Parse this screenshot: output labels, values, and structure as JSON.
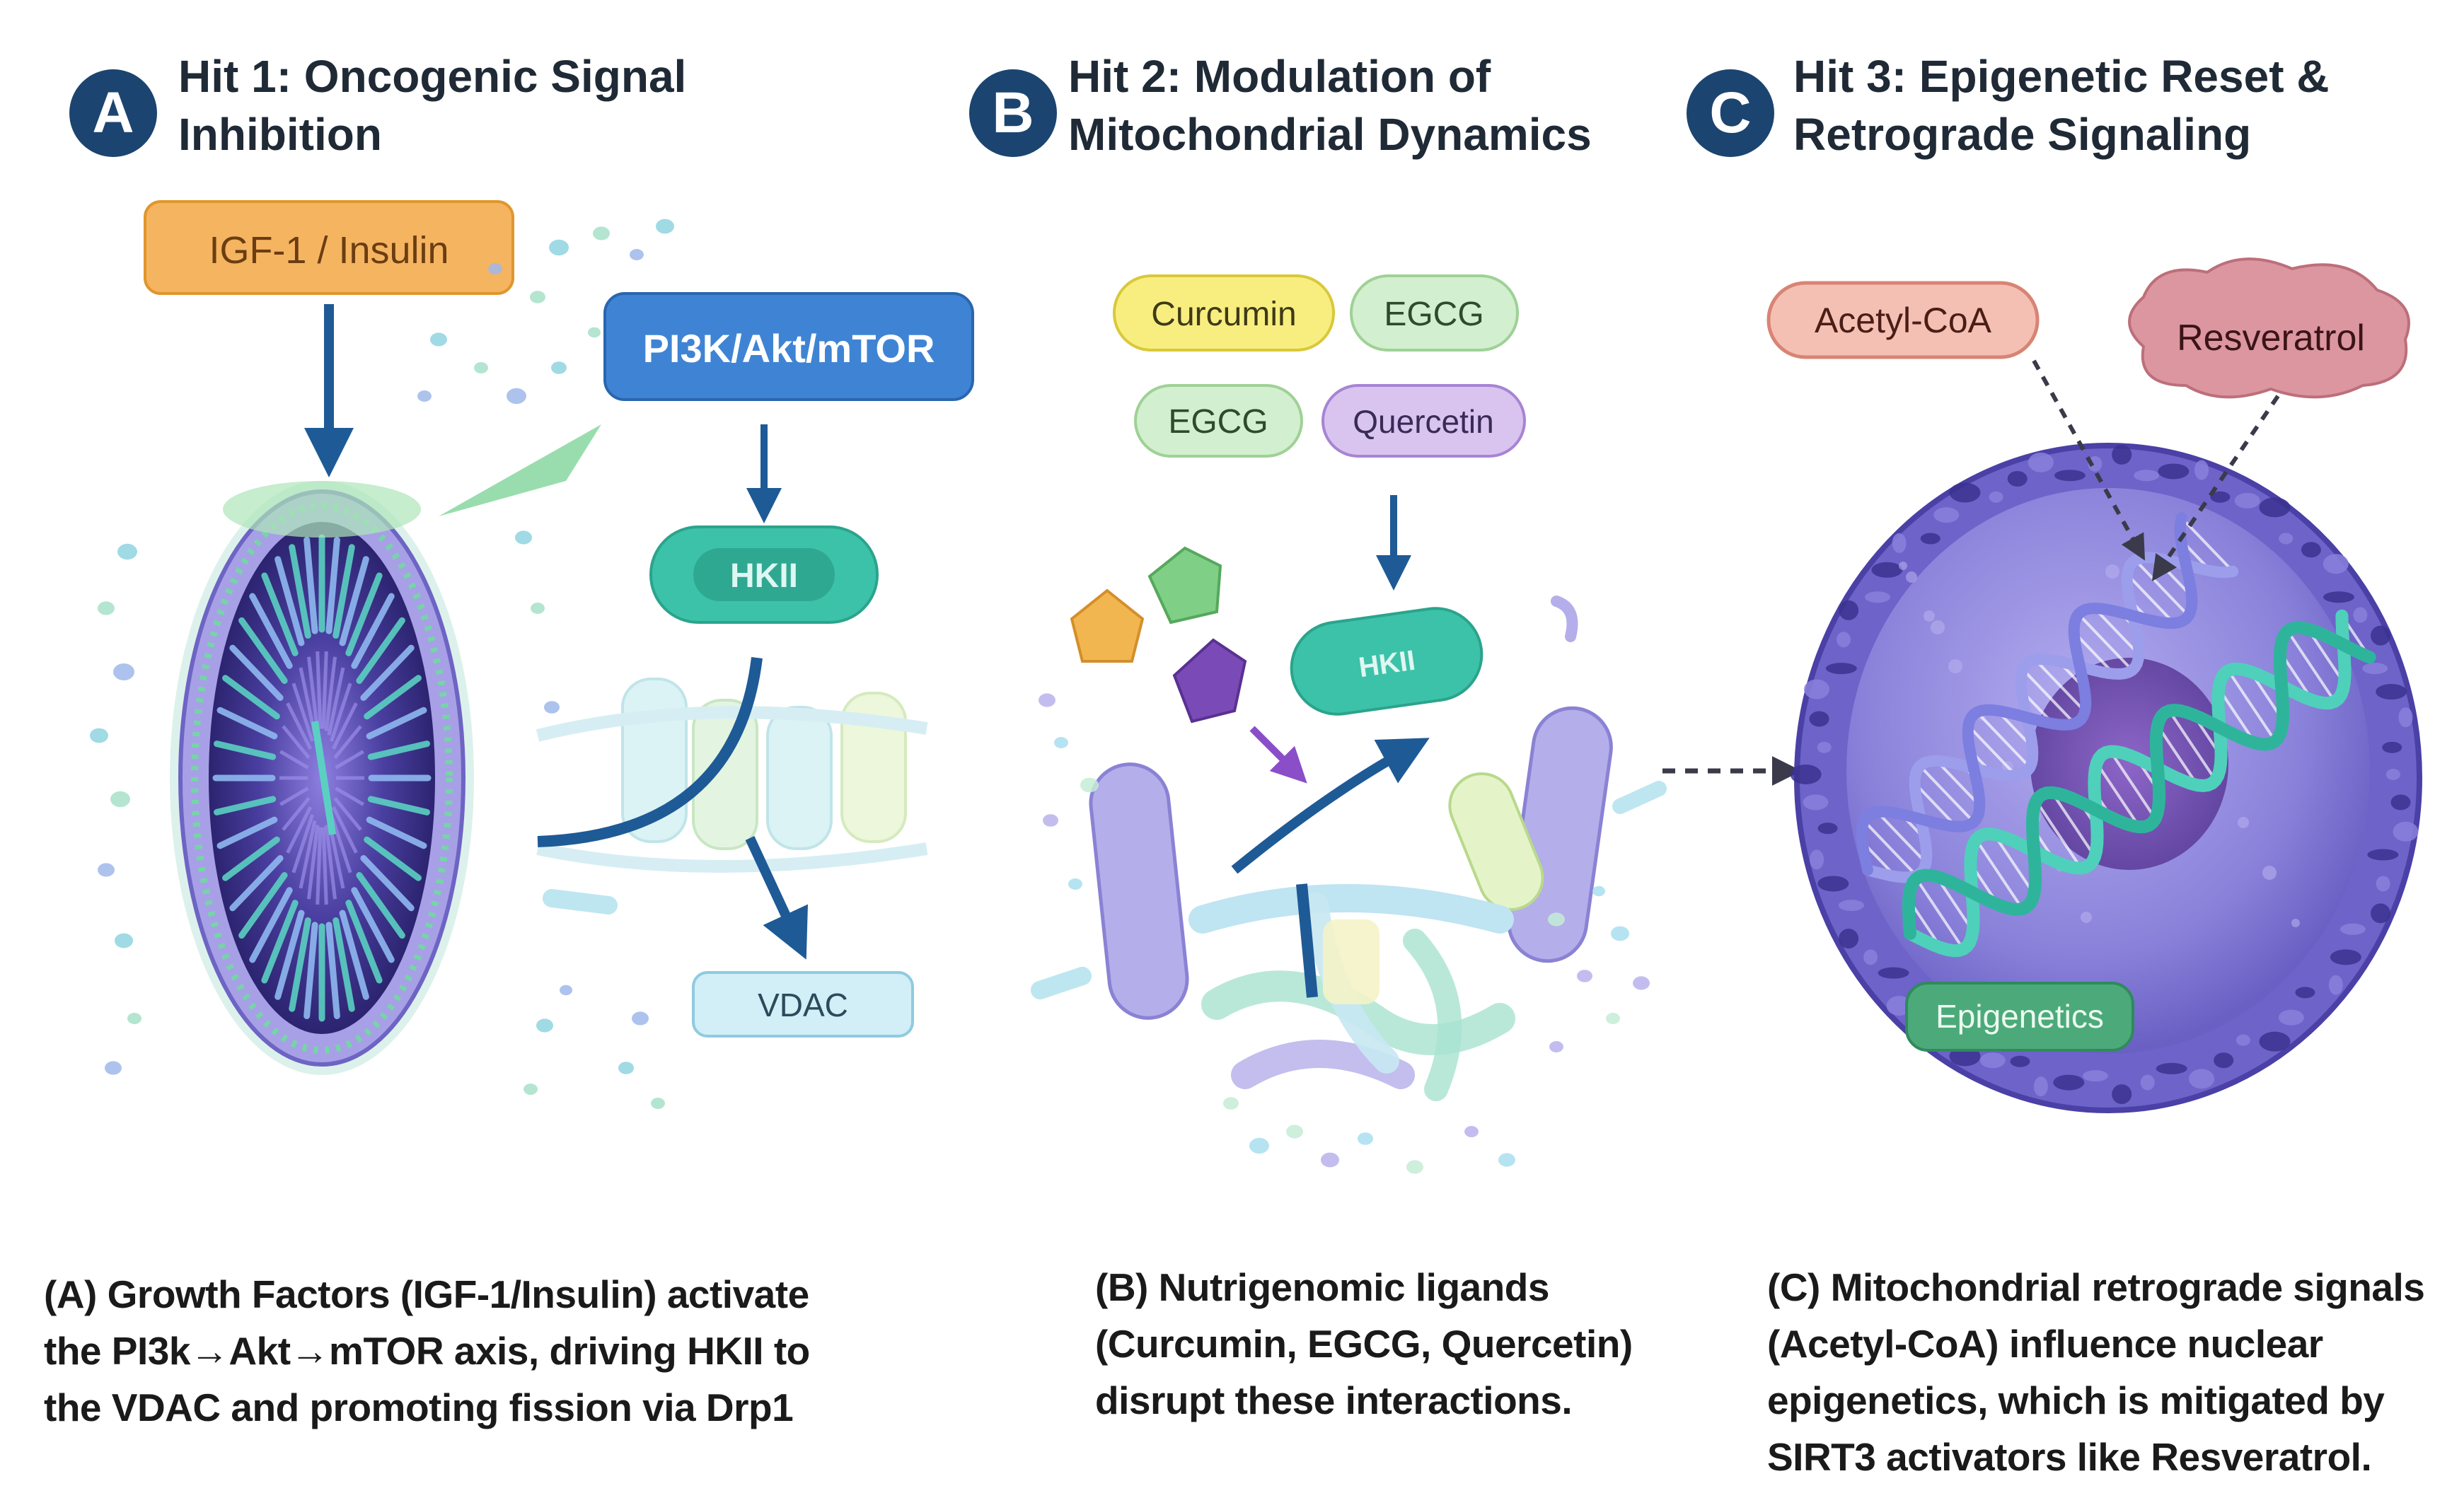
{
  "panels": {
    "a": {
      "badge": "A",
      "title_line1": "Hit 1: Oncogenic Signal",
      "title_line2": "Inhibition",
      "labels": {
        "igf": "IGF-1 / Insulin",
        "pi3k": "PI3K/Akt/mTOR",
        "hkii": "HKII",
        "vdac": "VDAC"
      },
      "caption": [
        "(A) Growth Factors (IGF-1/Insulin) activate",
        "the PI3k→Akt→mTOR axis, driving HKII to",
        "the VDAC and promoting fission via Drp1"
      ]
    },
    "b": {
      "badge": "B",
      "title_line1": "Hit 2: Modulation of",
      "title_line2": "Mitochondrial Dynamics",
      "labels": {
        "curcumin": "Curcumin",
        "egcg1": "EGCG",
        "egcg2": "EGCG",
        "quercetin": "Quercetin",
        "hkii": "HKII"
      },
      "caption": [
        "(B) Nutrigenomic ligands",
        "(Curcumin, EGCG, Quercetin)",
        "disrupt these interactions."
      ]
    },
    "c": {
      "badge": "C",
      "title_line1": "Hit 3: Epigenetic Reset &",
      "title_line2": "Retrograde Signaling",
      "labels": {
        "acetyl": "Acetyl-CoA",
        "resveratrol": "Resveratrol",
        "epigenetics": "Epigenetics"
      },
      "caption": [
        "(C) Mitochondrial retrograde signals",
        "(Acetyl-CoA) influence nuclear",
        "epigenetics, which is mitigated by",
        "SIRT3 activators like Resveratrol."
      ]
    }
  },
  "colors": {
    "badge": "#1c4470",
    "arrow": "#1e5a96",
    "igf_fill": "#f5b460",
    "pi3k_fill": "#3f84d4",
    "hkii_fill": "#3cc2a8",
    "vdac_fill": "#d2eef6",
    "curcumin_fill": "#f8ee80",
    "egcg_fill": "#d2efcf",
    "quercetin_fill": "#d9c4ef",
    "acetyl_fill": "#f5c0b4",
    "resveratrol_fill": "#d98b96",
    "epigenetics_fill": "#4caa7a",
    "cell_fill": "#6e63c9",
    "nucleus_fill": "#8f87de",
    "dna_purple": "#8d8ee6",
    "dna_teal": "#3fc8b2",
    "dashed_arrow": "#3a3a4a"
  }
}
